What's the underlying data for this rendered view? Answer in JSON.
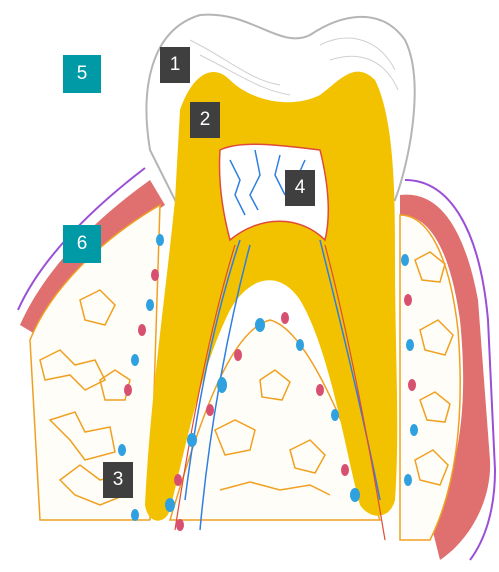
{
  "colors": {
    "enamel_stroke": "#b5b5b5",
    "dentin": "#f2c200",
    "pulp_vessel_blue": "#2f7fe0",
    "pulp_vessel_red": "#e04a3a",
    "gum": "#e07070",
    "gum_outline": "#9b4fd6",
    "bone": "#f0a020",
    "dot_blue": "#2fa0e0",
    "dot_red": "#d85070",
    "marker_dark": "#3f3f3f",
    "marker_teal": "#009aa6"
  },
  "markers": [
    {
      "label": "1",
      "style": "dark"
    },
    {
      "label": "2",
      "style": "dark"
    },
    {
      "label": "3",
      "style": "dark"
    },
    {
      "label": "4",
      "style": "dark"
    },
    {
      "label": "5",
      "style": "teal"
    },
    {
      "label": "6",
      "style": "teal"
    }
  ]
}
